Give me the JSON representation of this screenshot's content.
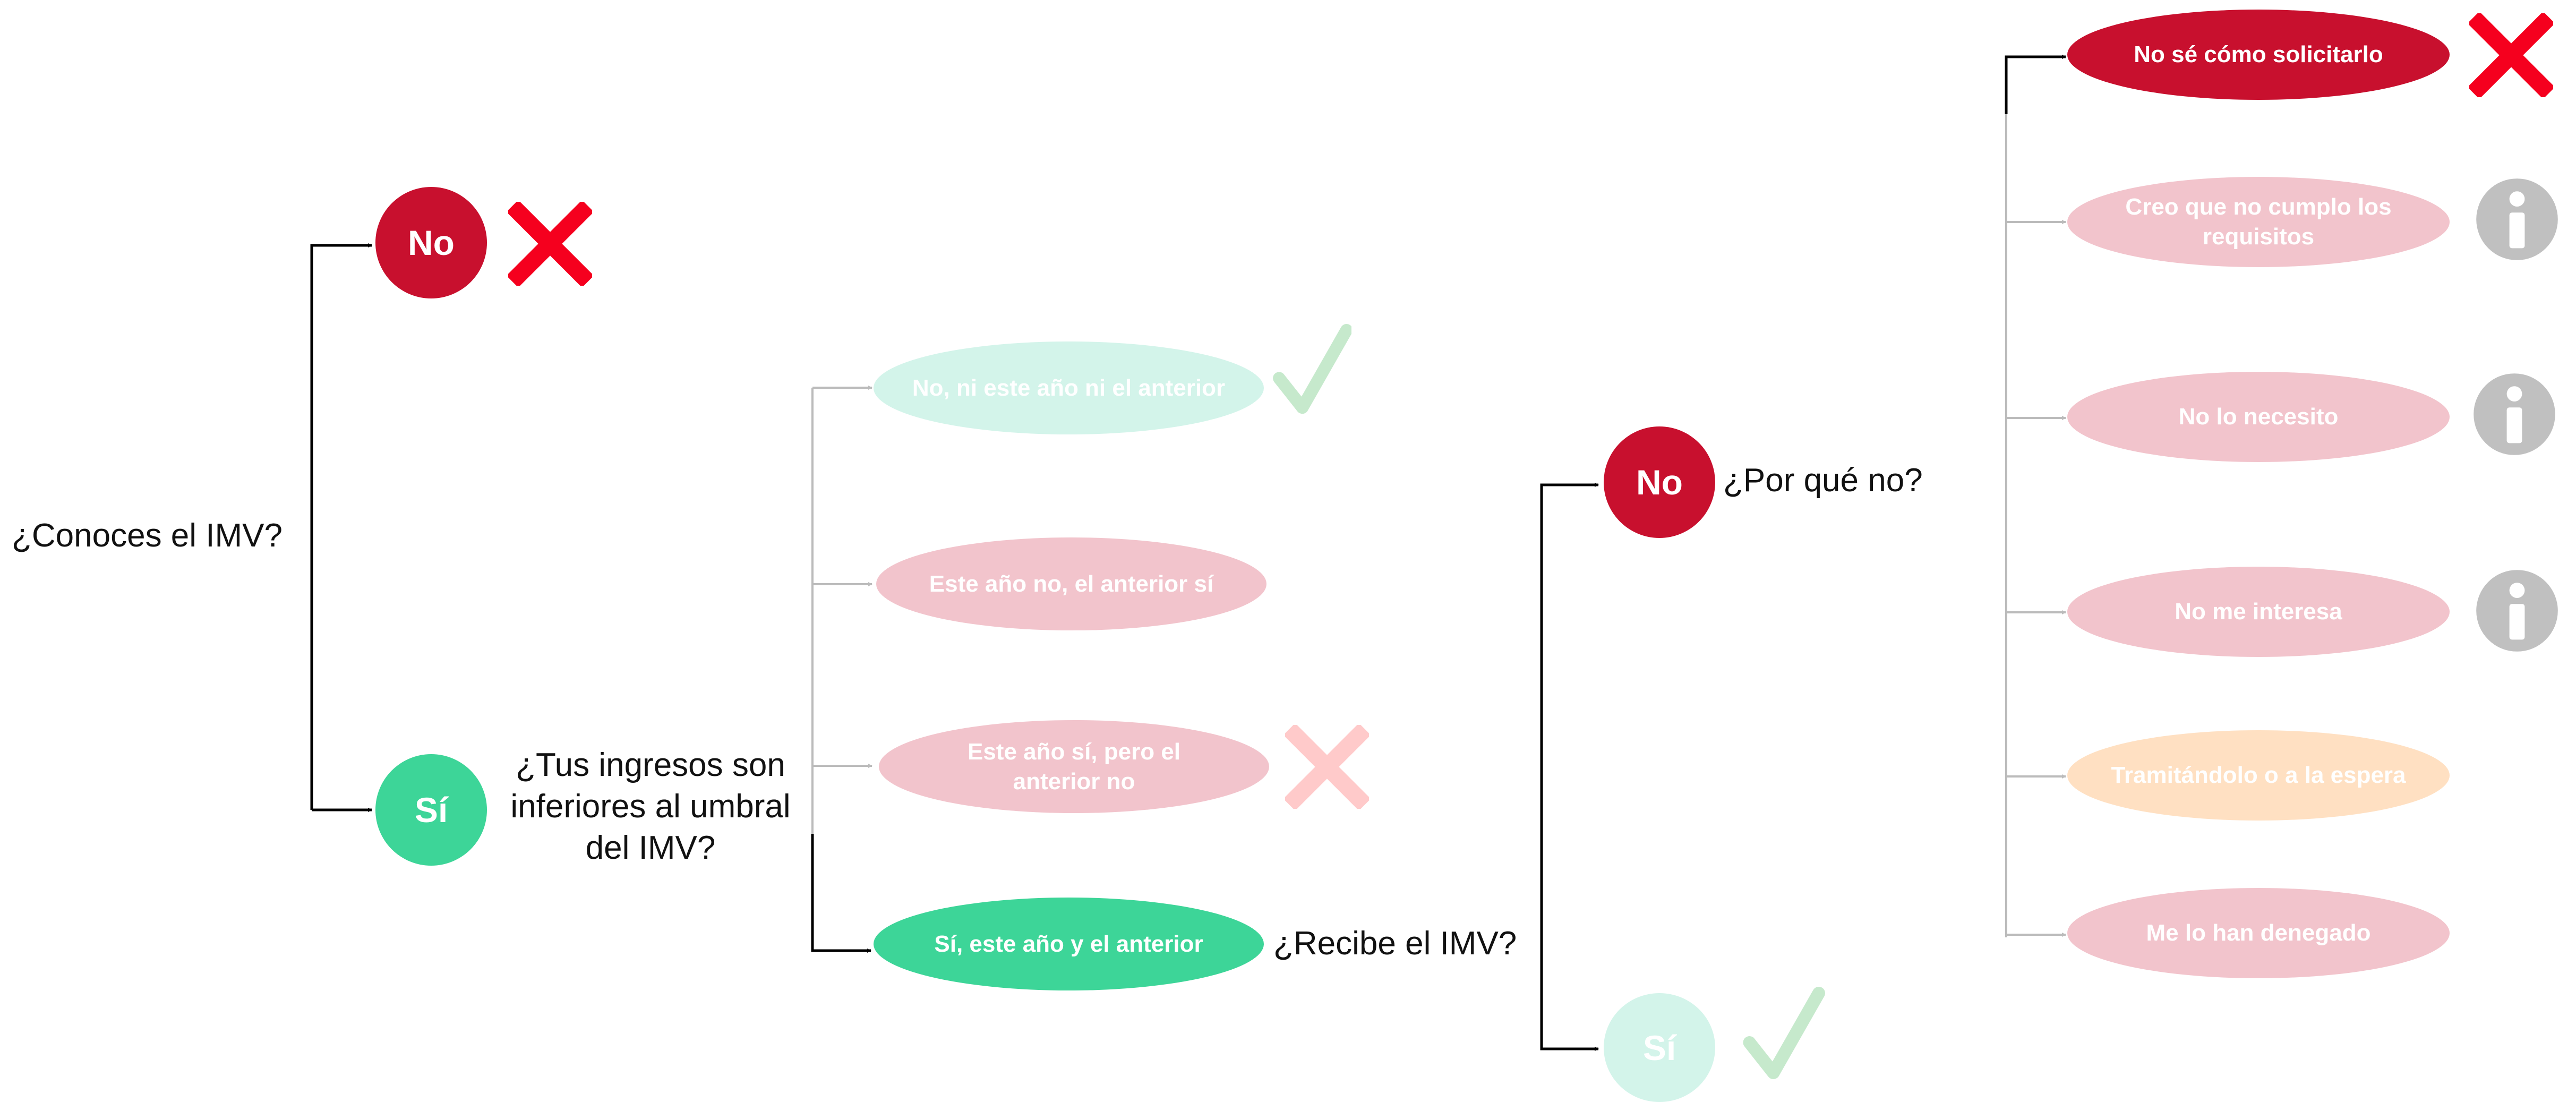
{
  "colors": {
    "no_strong": "#C8102E",
    "yes_strong": "#3DD598",
    "no_faded": "#F2C4CC",
    "yes_faded": "#D3F4EA",
    "pending_faded": "#FFE0C2",
    "cross": "#F5001E",
    "cross_faded": "#FFCACA",
    "check_faded": "#C6E9CC",
    "info": "#C0C0C0",
    "line": "#000000",
    "line_faded": "#BBBBBB"
  },
  "questions": {
    "q1": "¿Conoces el IMV?",
    "q2": [
      "¿Tus ingresos son",
      "inferiores al umbral",
      "del IMV?"
    ],
    "q3": "¿Recibe el IMV?",
    "q4": "¿Por qué no?"
  },
  "level1": {
    "no": "No",
    "yes": "Sí"
  },
  "level2": {
    "opt1": "No, ni este año ni el anterior",
    "opt2": "Este año no, el anterior sí",
    "opt3": [
      "Este año sí, pero el",
      "anterior no"
    ],
    "opt4": "Sí, este año y el anterior"
  },
  "level3": {
    "no": "No",
    "yes": "Sí"
  },
  "level4": {
    "r1": "No sé cómo solicitarlo",
    "r2": [
      "Creo que no cumplo los",
      "requisitos"
    ],
    "r3": "No lo necesito",
    "r4": "No me interesa",
    "r5": "Tramitándolo o a la espera",
    "r6": "Me lo han denegado"
  },
  "icons": {
    "l1_no": "cross-icon",
    "l2_opt1": "checkmark-icon",
    "l2_opt3": "cross-icon",
    "l3_yes": "checkmark-icon",
    "l4_r1": "cross-icon",
    "l4_r2": "info-icon",
    "l4_r3": "info-icon",
    "l4_r4": "info-icon"
  }
}
